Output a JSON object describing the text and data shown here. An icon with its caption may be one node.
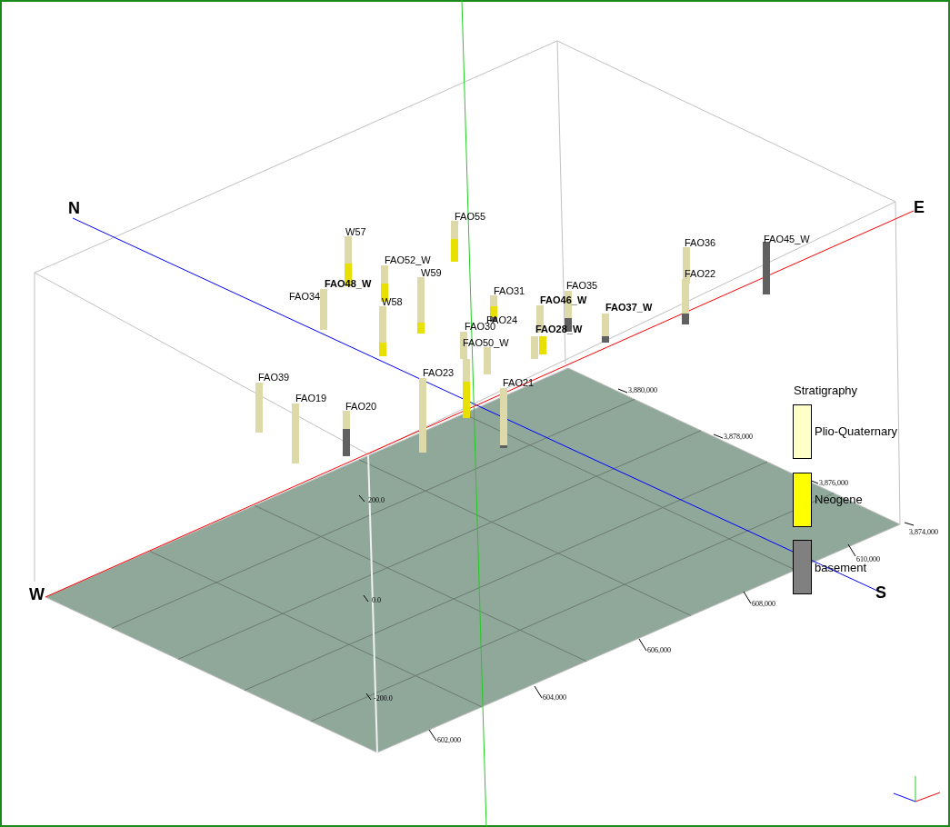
{
  "diagram": {
    "labels": [
      "N",
      "E",
      "W",
      "S",
      "W57",
      "FAO55",
      "FAO52_W",
      "W59",
      "FAO48_W",
      "FAO34",
      "W58",
      "FAO31",
      "FAO35",
      "FAO46_W",
      "FAO24",
      "FAO30",
      "FAO28_W",
      "FAO37_W",
      "FAO36",
      "FAO22",
      "FAO45_W",
      "FAO50_W",
      "FAO39",
      "FAO23",
      "FAO21",
      "FAO19",
      "FAO20",
      "200.0",
      "0.0",
      "-200.0",
      "602,000",
      "604,000",
      "606,000",
      "608,000",
      "610,000",
      "3,880,000",
      "3,878,000",
      "3,876,000",
      "3,874,000",
      "Stratigraphy"
    ],
    "legend": [
      {
        "text": "Plio-Quaternary",
        "color": "#ffffc8"
      },
      {
        "text": "Neogene",
        "color": "#ffff00"
      },
      {
        "text": "basement",
        "color": "#808080"
      }
    ]
  }
}
